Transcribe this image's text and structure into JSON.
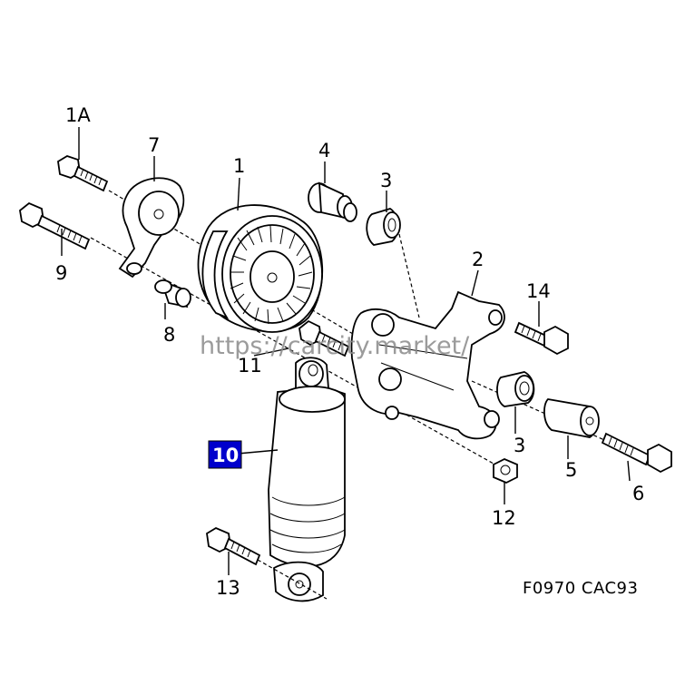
{
  "callouts": {
    "p1A": "1A",
    "p7": "7",
    "p1": "1",
    "p4": "4",
    "p3a": "3",
    "p9": "9",
    "p2": "2",
    "p14": "14",
    "p8": "8",
    "p11": "11",
    "p10": "10",
    "p3b": "3",
    "p5": "5",
    "p6": "6",
    "p12": "12",
    "p13": "13"
  },
  "diagram_code": "F0970  CAC93",
  "watermark": "https://carcity.market/",
  "highlight_color": "#0000cc"
}
